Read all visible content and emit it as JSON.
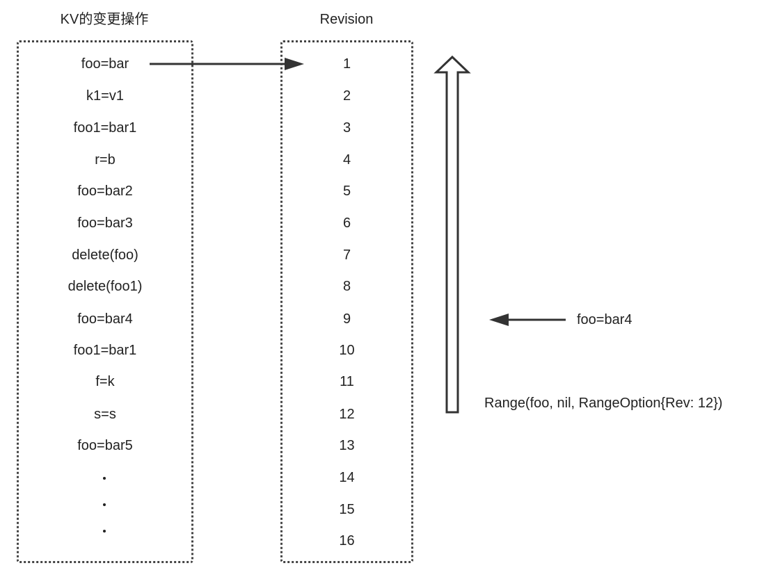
{
  "left_column": {
    "title": "KV的变更操作",
    "operations": [
      "foo=bar",
      "k1=v1",
      "foo1=bar1",
      "r=b",
      "foo=bar2",
      "foo=bar3",
      "delete(foo)",
      "delete(foo1)",
      "foo=bar4",
      "foo1=bar1",
      "f=k",
      "s=s",
      "foo=bar5"
    ]
  },
  "right_column": {
    "title": "Revision",
    "revisions": [
      "1",
      "2",
      "3",
      "4",
      "5",
      "6",
      "7",
      "8",
      "9",
      "10",
      "11",
      "12",
      "13",
      "14",
      "15",
      "16"
    ]
  },
  "side": {
    "result_label": "foo=bar4",
    "query_label": "Range(foo, nil, RangeOption{Rev: 12})"
  },
  "colors": {
    "line": "#333333",
    "text": "#222222"
  }
}
